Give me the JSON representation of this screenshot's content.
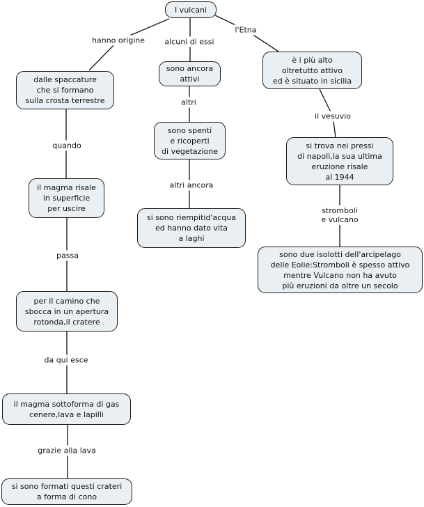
{
  "map": {
    "colors": {
      "background": "#ffffff",
      "node_fill": "#e9eff2",
      "node_border": "#1c1c1c",
      "line": "#1c1c1c",
      "text": "#111111"
    },
    "nodes": [
      {
        "id": "i-vulcani",
        "text": "I vulcani"
      },
      {
        "id": "spaccature",
        "text": "dalle spaccature\nche si formano\nsulla crosta terrestre"
      },
      {
        "id": "magma-risale",
        "text": "il magma risale\nin superficie\nper uscire"
      },
      {
        "id": "camino",
        "text": "per il camino che\nsbocca in un apertura\nrotonda,il cratere"
      },
      {
        "id": "magma-gas",
        "text": "il magma sottoforma di gas\ncenere,lava e lapilli"
      },
      {
        "id": "crateri",
        "text": "si sono formati questi crateri\na forma di cono"
      },
      {
        "id": "attivi",
        "text": "sono ancora\nattivi"
      },
      {
        "id": "spenti",
        "text": "sono spenti\ne ricoperti\ndi vegetazione"
      },
      {
        "id": "laghi",
        "text": "si sono riempitid'acqua\ned hanno dato vita\na laghi"
      },
      {
        "id": "etna",
        "text": "è i più alto\noltretutto attivo\ned è situato in sicilia"
      },
      {
        "id": "vesuvio",
        "text": "si trova nei pressi\ndi napoli,la sua ultima\neruzione risale\nal 1944"
      },
      {
        "id": "eolie",
        "text": "sono due isolotti dell'arcipelago\ndelle Eolie:Stromboli è spesso attivo\nmentre Vulcano non ha avuto\npiù eruzioni da oltre un secolo"
      }
    ],
    "edge_labels": [
      {
        "id": "hanno-origine",
        "text": "hanno origine"
      },
      {
        "id": "alcuni-di-essi",
        "text": "alcuni di essi"
      },
      {
        "id": "letna",
        "text": "l'Etna"
      },
      {
        "id": "quando",
        "text": "quando"
      },
      {
        "id": "passa",
        "text": "passa"
      },
      {
        "id": "da-qui-esce",
        "text": "da qui esce"
      },
      {
        "id": "grazie-alla-lava",
        "text": "grazie alla lava"
      },
      {
        "id": "altri",
        "text": "altri"
      },
      {
        "id": "altri-ancora",
        "text": "altri ancora"
      },
      {
        "id": "il-vesuvio",
        "text": "il vesuvio"
      },
      {
        "id": "stromboli-e-vulcano",
        "text": "stromboli\ne vulcano"
      }
    ],
    "edges": [
      {
        "from": "i-vulcani",
        "to": "spaccature",
        "label": "hanno origine"
      },
      {
        "from": "i-vulcani",
        "to": "attivi",
        "label": "alcuni di essi"
      },
      {
        "from": "i-vulcani",
        "to": "etna",
        "label": "l'Etna"
      },
      {
        "from": "spaccature",
        "to": "magma-risale",
        "label": "quando"
      },
      {
        "from": "magma-risale",
        "to": "camino",
        "label": "passa"
      },
      {
        "from": "camino",
        "to": "magma-gas",
        "label": "da qui esce"
      },
      {
        "from": "magma-gas",
        "to": "crateri",
        "label": "grazie alla lava"
      },
      {
        "from": "attivi",
        "to": "spenti",
        "label": "altri"
      },
      {
        "from": "spenti",
        "to": "laghi",
        "label": "altri ancora"
      },
      {
        "from": "etna",
        "to": "vesuvio",
        "label": "il vesuvio"
      },
      {
        "from": "vesuvio",
        "to": "eolie",
        "label": "stromboli e vulcano"
      }
    ]
  }
}
